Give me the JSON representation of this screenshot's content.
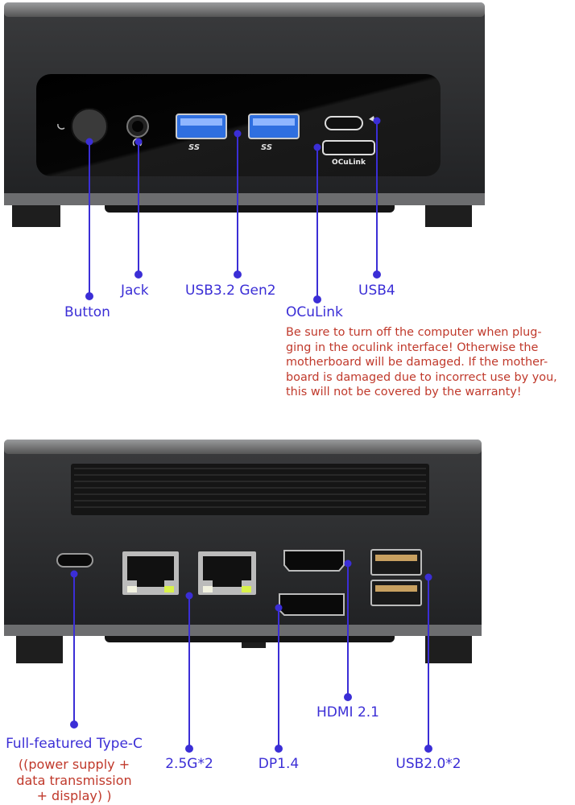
{
  "front": {
    "labels": {
      "button": "Button",
      "jack": "Jack",
      "usb32": "USB3.2 Gen2",
      "oculink": "OCuLink",
      "usb4": "USB4"
    },
    "port_text": {
      "oculink": "OCuLink",
      "ss1": "SS",
      "ss2": "SS"
    },
    "warning": "Be sure to turn off the computer when plug-\nging in the oculink interface! Otherwise the\nmotherboard will be damaged. If the mother-\nboard is damaged due to incorrect use by you,\nthis will not be covered by the warranty!"
  },
  "back": {
    "labels": {
      "typec": "Full-featured Type-C",
      "typec_note": "((power supply +\ndata transmission\n+ display) )",
      "lan": "2.5G*2",
      "dp": "DP1.4",
      "hdmi": "HDMI 2.1",
      "usb20": "USB2.0*2"
    }
  },
  "colors": {
    "label": "#3b2ed6",
    "warning": "#c0392b",
    "usb3_blue": "#2f6fe0",
    "body": "#2a2b2d"
  }
}
